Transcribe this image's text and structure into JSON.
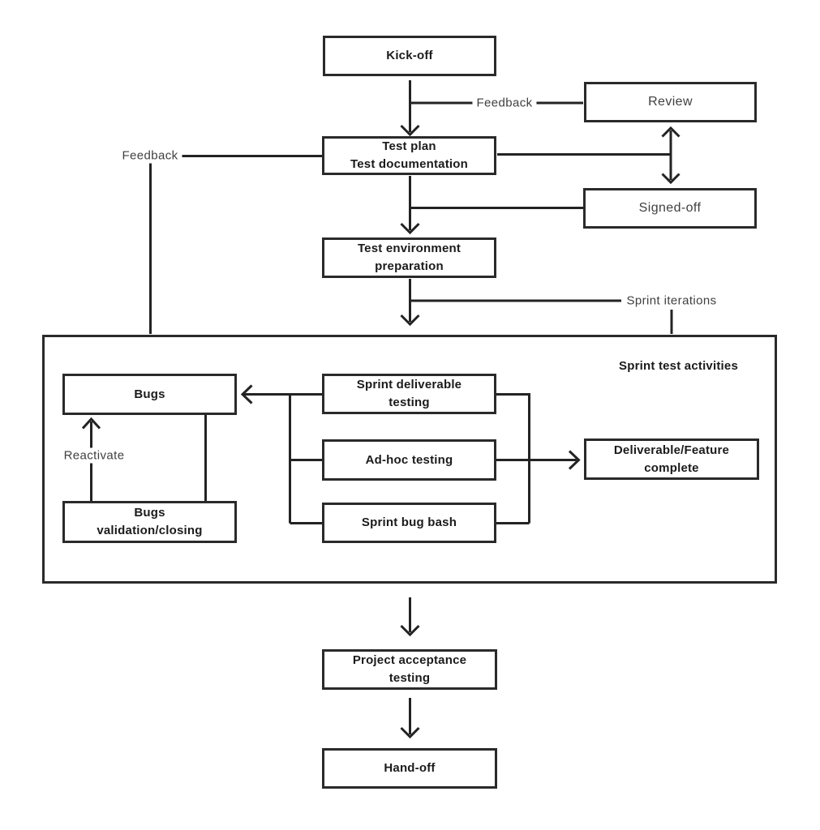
{
  "diagram": {
    "boxes": {
      "kickoff": {
        "label": "Kick-off"
      },
      "review": {
        "label": "Review"
      },
      "test_plan": {
        "label": "Test plan\nTest documentation"
      },
      "signed_off": {
        "label": "Signed-off"
      },
      "test_env": {
        "label": "Test environment\npreparation"
      },
      "sprint_activities": {
        "label": "Sprint test activities"
      },
      "bugs": {
        "label": "Bugs"
      },
      "sprint_deliverable": {
        "label": "Sprint deliverable\ntesting"
      },
      "adhoc": {
        "label": "Ad-hoc testing"
      },
      "deliverable_complete": {
        "label": "Deliverable/Feature\ncomplete"
      },
      "bug_bash": {
        "label": "Sprint bug bash"
      },
      "bugs_validation": {
        "label": "Bugs\nvalidation/closing"
      },
      "project_acceptance": {
        "label": "Project acceptance\ntesting"
      },
      "handoff": {
        "label": "Hand-off"
      }
    },
    "edge_labels": {
      "feedback_top": "Feedback",
      "feedback_left": "Feedback",
      "sprint_iterations": "Sprint iterations",
      "reactivate": "Reactivate"
    },
    "colors": {
      "line": "#232323",
      "box_border": "#2a2a2a",
      "title_text": "#1b1b1b",
      "label_text": "#3f3f3f",
      "background": "#ffffff"
    }
  }
}
